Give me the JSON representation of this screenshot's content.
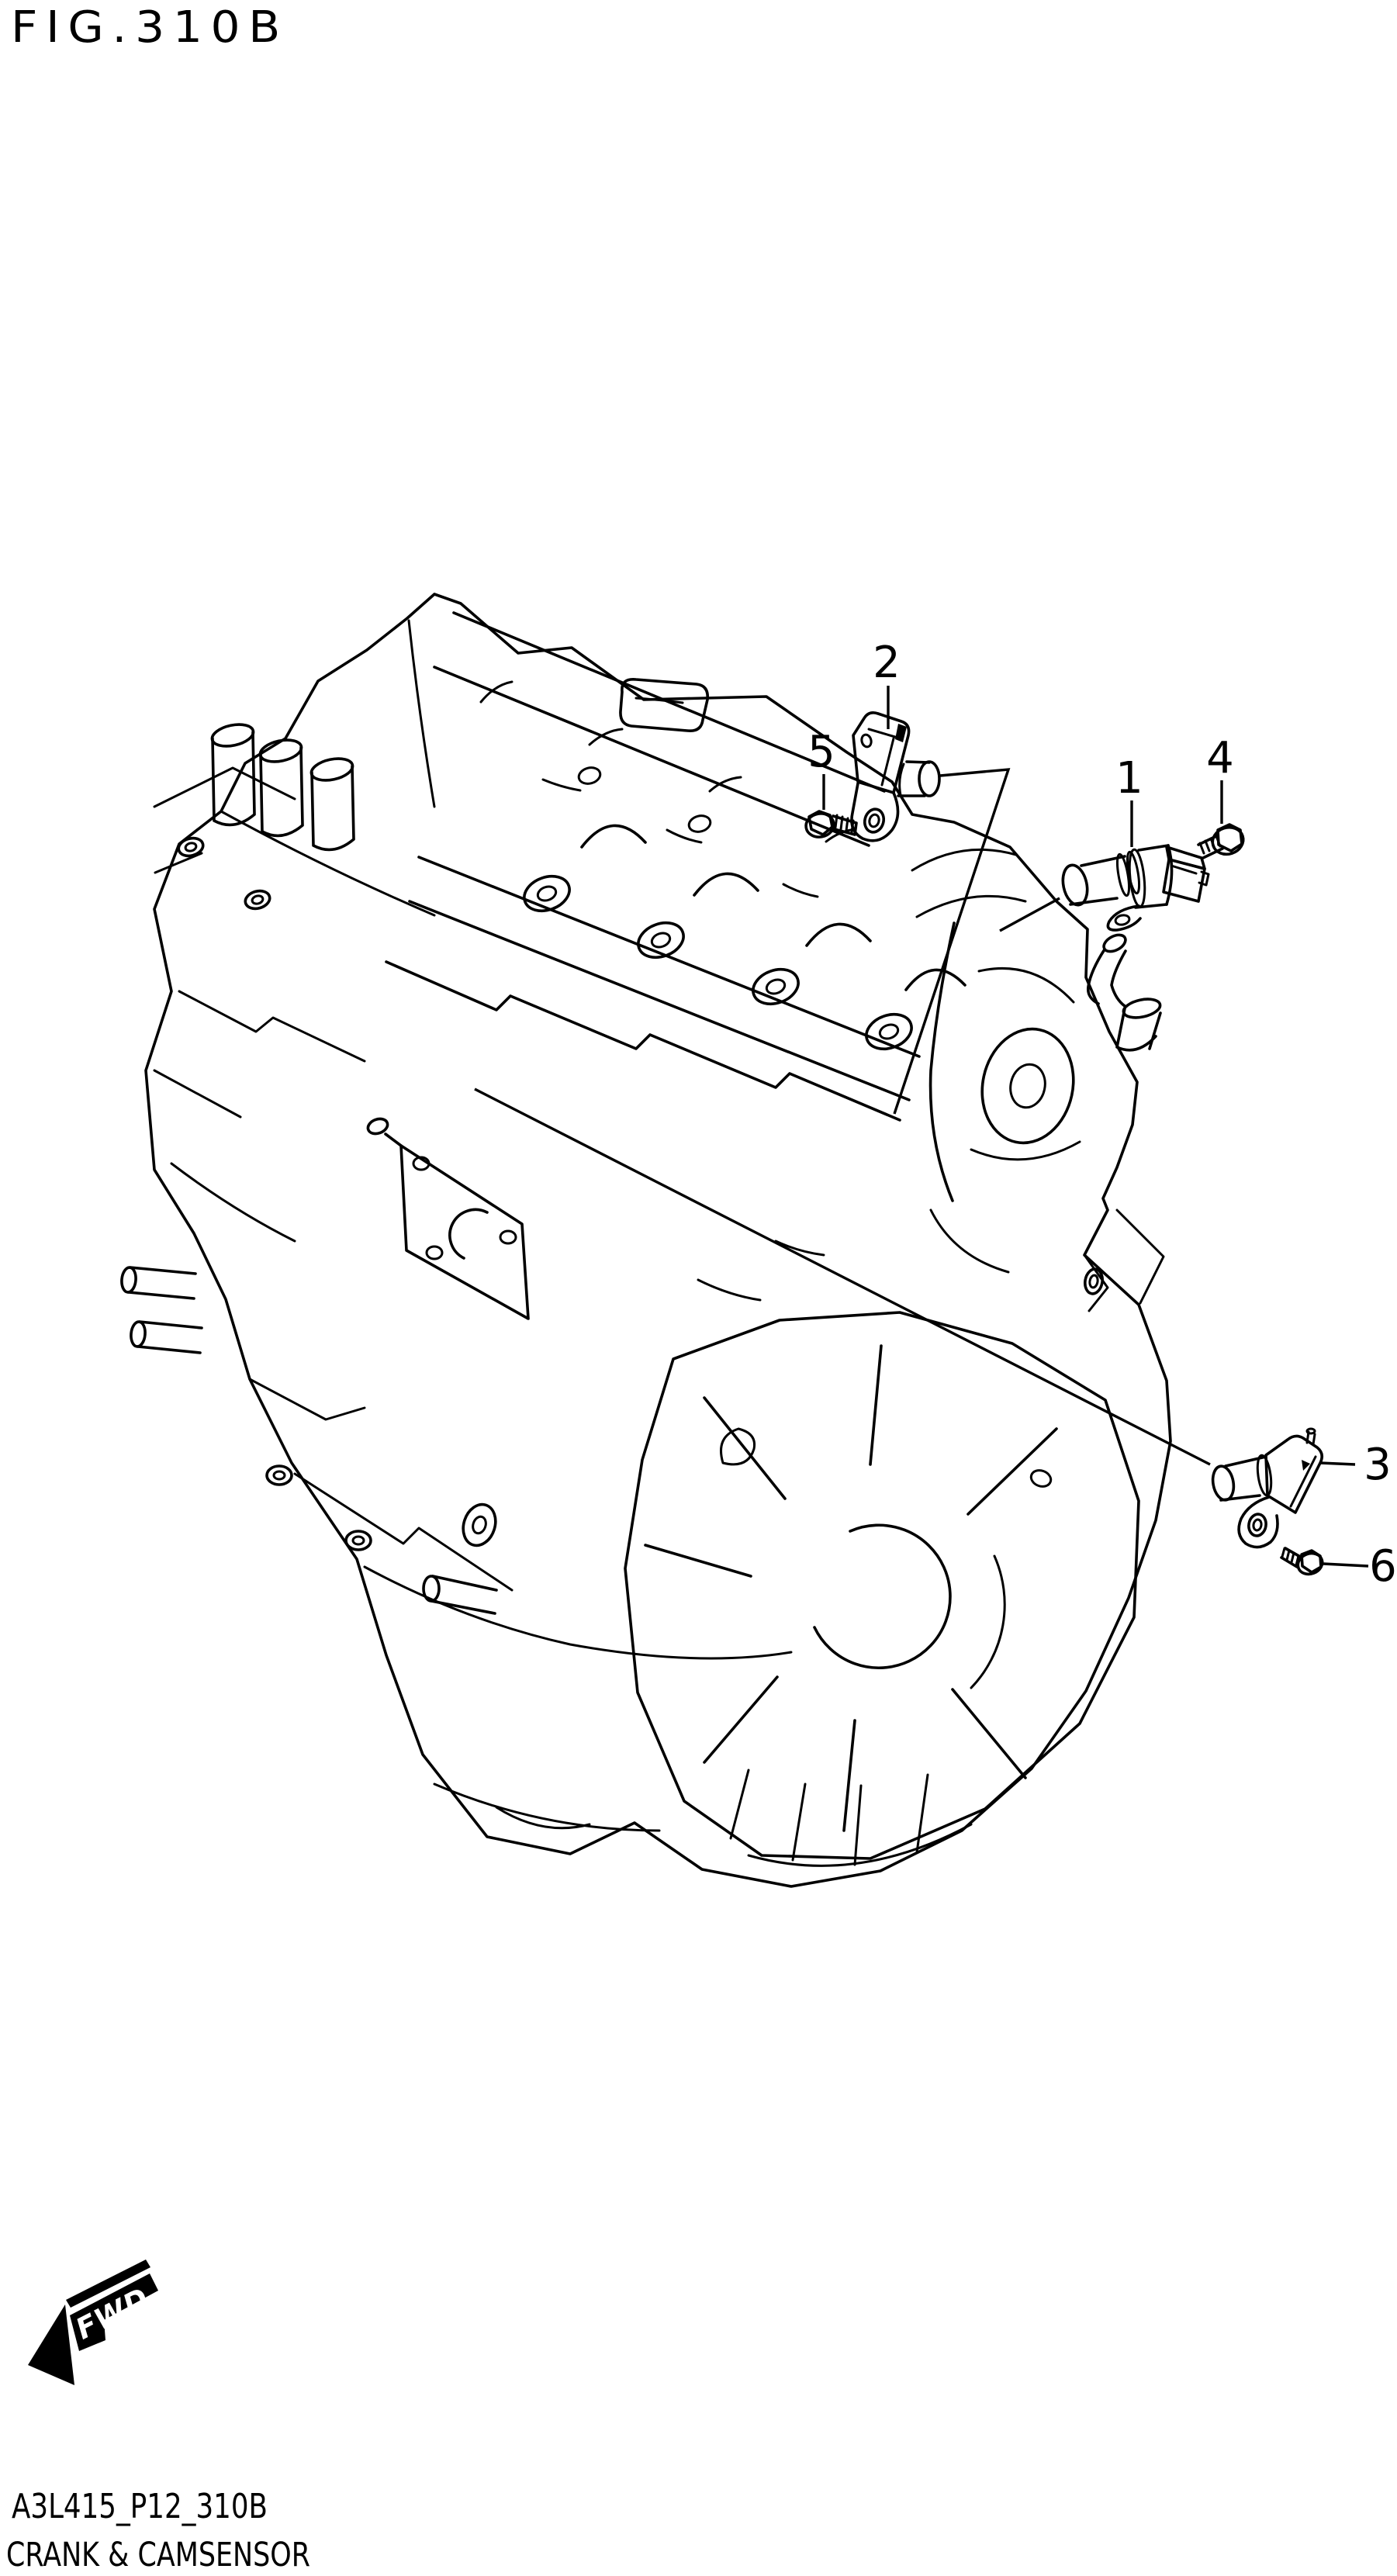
{
  "page": {
    "background": "#ffffff",
    "ink": "#000000"
  },
  "figure": {
    "title": "FIG.310B"
  },
  "callouts": [
    {
      "label": "1"
    },
    {
      "label": "2"
    },
    {
      "label": "3"
    },
    {
      "label": "4"
    },
    {
      "label": "5"
    },
    {
      "label": "6"
    }
  ],
  "orientation_marker": {
    "label": "FWD"
  },
  "footer": {
    "drawing_code": "A3L415_P12_310B",
    "caption": "CRANK & CAMSENSOR"
  }
}
